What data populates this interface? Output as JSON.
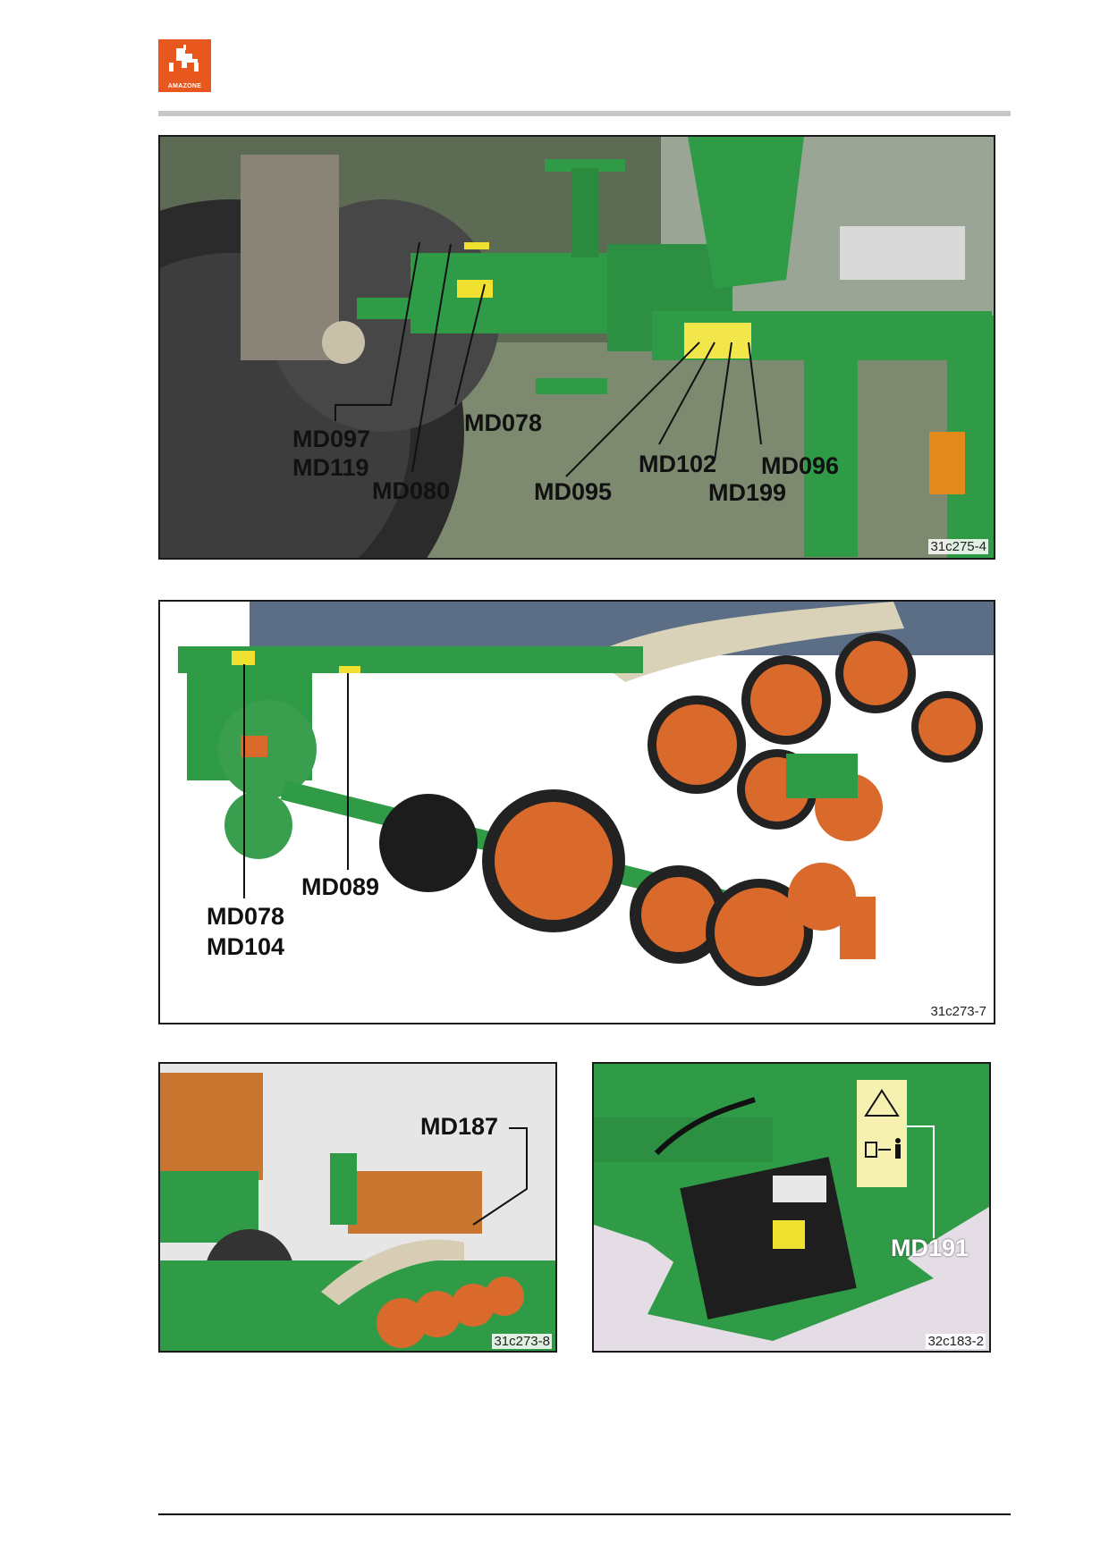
{
  "header": {
    "logo_text": "AMAZONE"
  },
  "figures": [
    {
      "id": "31c275-4",
      "labels": [
        "MD097",
        "MD119",
        "MD080",
        "MD078",
        "MD095",
        "MD102",
        "MD199",
        "MD096"
      ]
    },
    {
      "id": "31c273-7",
      "labels": [
        "MD078",
        "MD104",
        "MD089"
      ]
    },
    {
      "id": "31c273-8",
      "labels": [
        "MD187"
      ]
    },
    {
      "id": "32c183-2",
      "labels": [
        "MD191"
      ]
    }
  ],
  "colors": {
    "brand_orange": "#e8571d",
    "machine_green": "#2f9b47",
    "disc_orange": "#d96a2c"
  }
}
